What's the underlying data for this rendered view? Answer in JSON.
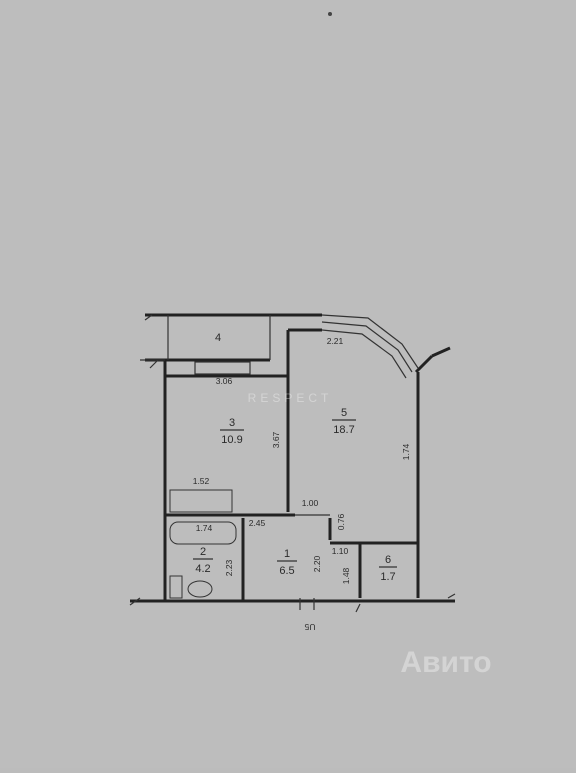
{
  "plan": {
    "rooms": [
      {
        "id": "4",
        "number": "4",
        "area": ""
      },
      {
        "id": "3",
        "number": "3",
        "area": "10.9"
      },
      {
        "id": "5",
        "number": "5",
        "area": "18.7"
      },
      {
        "id": "2",
        "number": "2",
        "area": "4.2"
      },
      {
        "id": "1",
        "number": "1",
        "area": "6.5"
      },
      {
        "id": "6",
        "number": "6",
        "area": "1.7"
      }
    ],
    "dimensions": [
      "2.21",
      "3.06",
      "3.67",
      "1.74",
      "1.52",
      "1.00",
      "0.76",
      "2.45",
      "1.74",
      "2.23",
      "2.20",
      "1.10",
      "1.48",
      "U5"
    ]
  },
  "watermark": {
    "center": "RESPECT",
    "brand": "Avito",
    "brand_glyph": "Авито"
  }
}
